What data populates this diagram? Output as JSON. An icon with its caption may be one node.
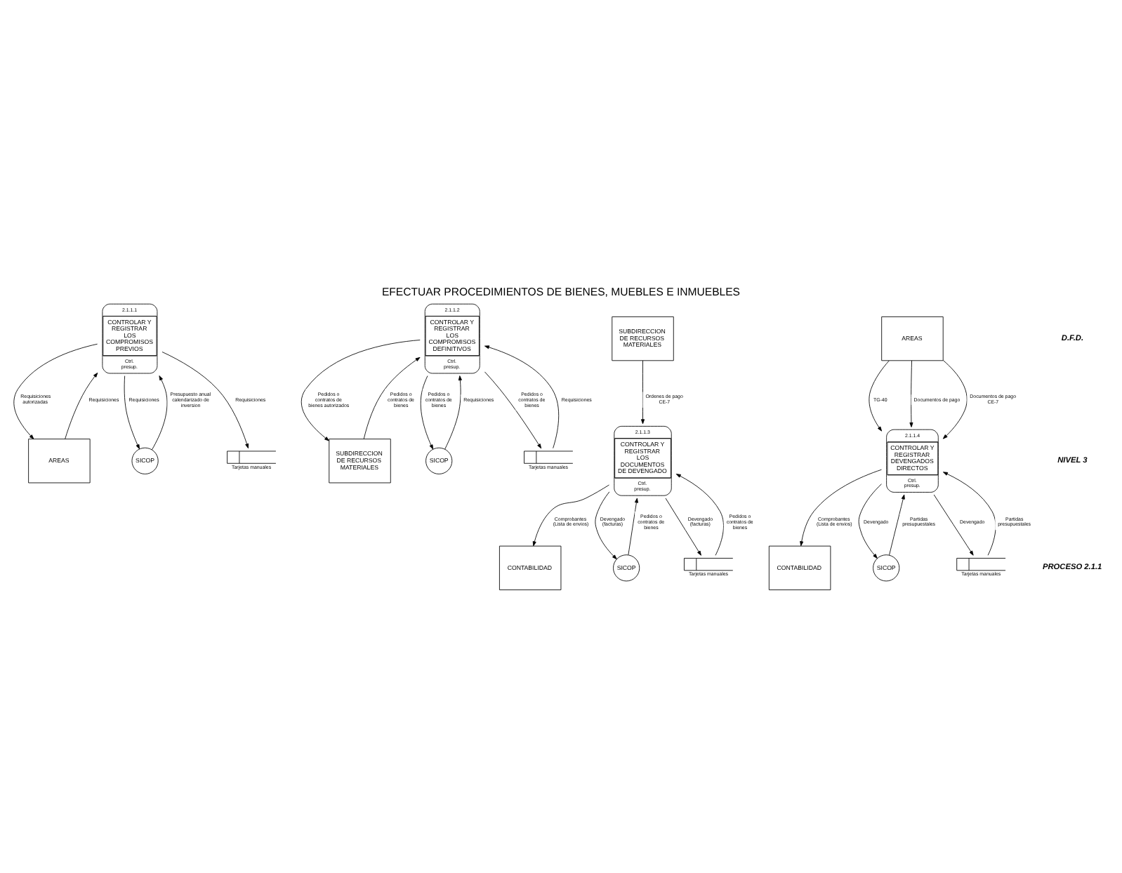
{
  "diagram": {
    "title": "EFECTUAR PROCEDIMIENTOS DE BIENES, MUEBLES E INMUEBLES",
    "nodes": [
      {
        "text": [
          "2.1.1.1",
          "CONTROLAR Y REGISTRAR LOS COMPROMISOS PREVIOS",
          "Ctrl. presup."
        ]
      },
      {
        "text": [
          "AREAS"
        ]
      },
      {
        "text": [
          "SICOP"
        ]
      },
      {
        "text": [
          "Tarjetas manuales"
        ]
      },
      {
        "text": [
          "2.1.1.2",
          "CONTROLAR Y REGISTRAR LOS COMPROMISOS DEFINITIVOS",
          "Ctrl. presup."
        ]
      },
      {
        "text": [
          "SUBDIRECCION DE RECURSOS MATERIALES"
        ]
      },
      {
        "text": [
          "SICOP"
        ]
      },
      {
        "text": [
          "Tarjetas manuales"
        ]
      },
      {
        "text": [
          "SUBDIRECCION DE RECURSOS MATERIALES"
        ]
      },
      {
        "text": [
          "2.1.1.3",
          "CONTROLAR Y REGISTRAR LOS DOCUMENTOS DE DEVENGADO",
          "Ctrl. presup."
        ]
      },
      {
        "text": [
          "CONTABILIDAD"
        ]
      },
      {
        "text": [
          "SICOP"
        ]
      },
      {
        "text": [
          "Tarjetas manuales"
        ]
      },
      {
        "text": [
          "AREAS"
        ]
      },
      {
        "text": [
          "2.1.1.4",
          "CONTROLAR Y REGISTRAR DEVENGADOS DIRECTOS",
          "Ctrl. presup."
        ]
      },
      {
        "text": [
          "CONTABILIDAD"
        ]
      },
      {
        "text": [
          "SICOP"
        ]
      },
      {
        "text": [
          "Tarjetas manuales"
        ]
      }
    ],
    "edges": [
      {
        "from": 0,
        "to": 1,
        "arrow": "to",
        "label": "Requisiciones autorizadas"
      },
      {
        "from": 1,
        "to": 0,
        "arrow": "to",
        "label": "Requisiciones"
      },
      {
        "from": 2,
        "to": 0,
        "arrow": "to",
        "label": "Presupuesto anual calendarizado de inversion"
      },
      {
        "from": 0,
        "to": 2,
        "arrow": "to",
        "label": "Requisiciones"
      },
      {
        "from": 0,
        "to": 3,
        "arrow": "to",
        "label": "Requisiciones"
      },
      {
        "from": 4,
        "to": 5,
        "arrow": "to",
        "label": "Pedidos o contratos de bienes autorizados"
      },
      {
        "from": 5,
        "to": 4,
        "arrow": "to",
        "label": "Pedidos o contratos de bienes"
      },
      {
        "from": 6,
        "to": 4,
        "arrow": "to",
        "label": "Requisiciones"
      },
      {
        "from": 4,
        "to": 6,
        "arrow": "to",
        "label": "Pedidos o contratos de bienes"
      },
      {
        "from": 4,
        "to": 7,
        "arrow": "to",
        "label": "Pedidos o contratos de bienes"
      },
      {
        "from": 7,
        "to": 4,
        "arrow": "to",
        "label": "Requisiciones"
      },
      {
        "from": 8,
        "to": 9,
        "arrow": "to",
        "label": "Ordenes de pago CE-7"
      },
      {
        "from": 9,
        "to": 10,
        "arrow": "to",
        "label": "Comprobantes (Lista de envios)"
      },
      {
        "from": 11,
        "to": 9,
        "arrow": "to",
        "label": "Pedidos o contratos de bienes"
      },
      {
        "from": 9,
        "to": 11,
        "arrow": "to",
        "label": "Devengado (facturas)"
      },
      {
        "from": 9,
        "to": 12,
        "arrow": "to",
        "label": "Devengado (facturas)"
      },
      {
        "from": 12,
        "to": 9,
        "arrow": "to",
        "label": "Pedidos o contratos de bienes"
      },
      {
        "from": 13,
        "to": 14,
        "arrow": "to",
        "label": "TG-40"
      },
      {
        "from": 13,
        "to": 14,
        "arrow": "to",
        "label": "Documentos de pago"
      },
      {
        "from": 13,
        "to": 14,
        "arrow": "to",
        "label": "Documentos de pago CE-7"
      },
      {
        "from": 14,
        "to": 15,
        "arrow": "to",
        "label": "Comprobantes (Lista de envios)"
      },
      {
        "from": 16,
        "to": 14,
        "arrow": "to",
        "label": "Partidas presupuestales"
      },
      {
        "from": 14,
        "to": 16,
        "arrow": "to",
        "label": "Devengado"
      },
      {
        "from": 14,
        "to": 17,
        "arrow": "to",
        "label": "Devengado"
      },
      {
        "from": 17,
        "to": 14,
        "arrow": "to",
        "label": "Partidas presupuestales"
      }
    ],
    "labels": [
      "D.F.D.",
      "NIVEL 3",
      "PROCESO 2.1.1"
    ]
  }
}
